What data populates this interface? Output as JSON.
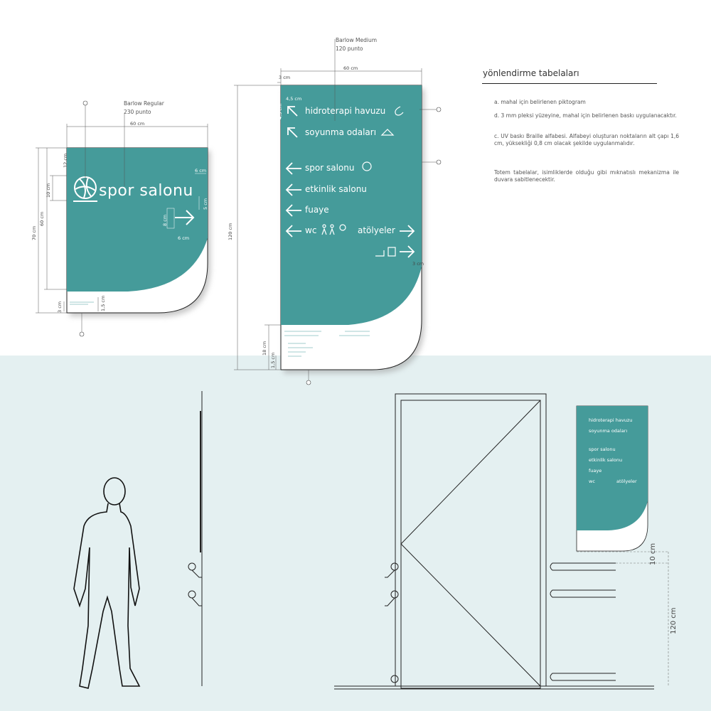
{
  "title": "yönlendirme tabelaları",
  "notes": {
    "a": "a. mahal için belirlenen piktogram",
    "d": "d. 3 mm pleksi yüzeyine, mahal için belirlenen baskı uygulanacaktır.",
    "c": "c. UV baskı Braille alfabesi. Alfabeyi oluşturan noktaların alt çapı 1,6 cm, yüksekliği 0,8 cm olacak şekilde uygulanmalıdır.",
    "totem": "Totem tabelalar, isimliklerde olduğu gibi mıknatıslı mekanizma ile duvara sabitlenecektir."
  },
  "font_labels": {
    "small_font": "Barlow Regular",
    "small_size": "230 punto",
    "big_font": "Barlow Medium",
    "big_size": "120 punto"
  },
  "small_sign": {
    "label": "spor salonu",
    "dims": {
      "width": "60 cm",
      "total_height": "70 cm",
      "panel_height": "60 cm",
      "top": "12 cm",
      "icon": "10 cm",
      "margin": "6 cm",
      "arrow_h": "5 cm",
      "arrow_v": "8 cm",
      "arrow_w": "6 cm",
      "base": "3 cm",
      "braille": "1,5 cm"
    }
  },
  "totem": {
    "items": [
      {
        "label": "hidroterapi havuzu",
        "arrow": "up-left",
        "icon": "pool-icon"
      },
      {
        "label": "soyunma odaları",
        "arrow": "up-left",
        "icon": "hanger-icon"
      },
      {
        "label": "spor salonu",
        "arrow": "left",
        "icon": "ball-icon"
      },
      {
        "label": "etkinlik salonu",
        "arrow": "left",
        "icon": ""
      },
      {
        "label": "fuaye",
        "arrow": "left",
        "icon": ""
      },
      {
        "label": "wc",
        "arrow": "left",
        "icon": "wc-icon"
      }
    ],
    "right_label": "atölyeler",
    "dims": {
      "width": "60 cm",
      "top": "3 cm",
      "inset": "4,5 cm",
      "inset_v": "4,5 cm",
      "height": "120 cm",
      "right": "3 cm",
      "bottom": "18 cm",
      "base": "1,5 cm"
    }
  },
  "elevation": {
    "height_a": "10 cm",
    "height_b": "120 cm"
  },
  "colors": {
    "teal": "#459b9a",
    "light_bg": "#e4f0f1",
    "line": "#222222"
  }
}
